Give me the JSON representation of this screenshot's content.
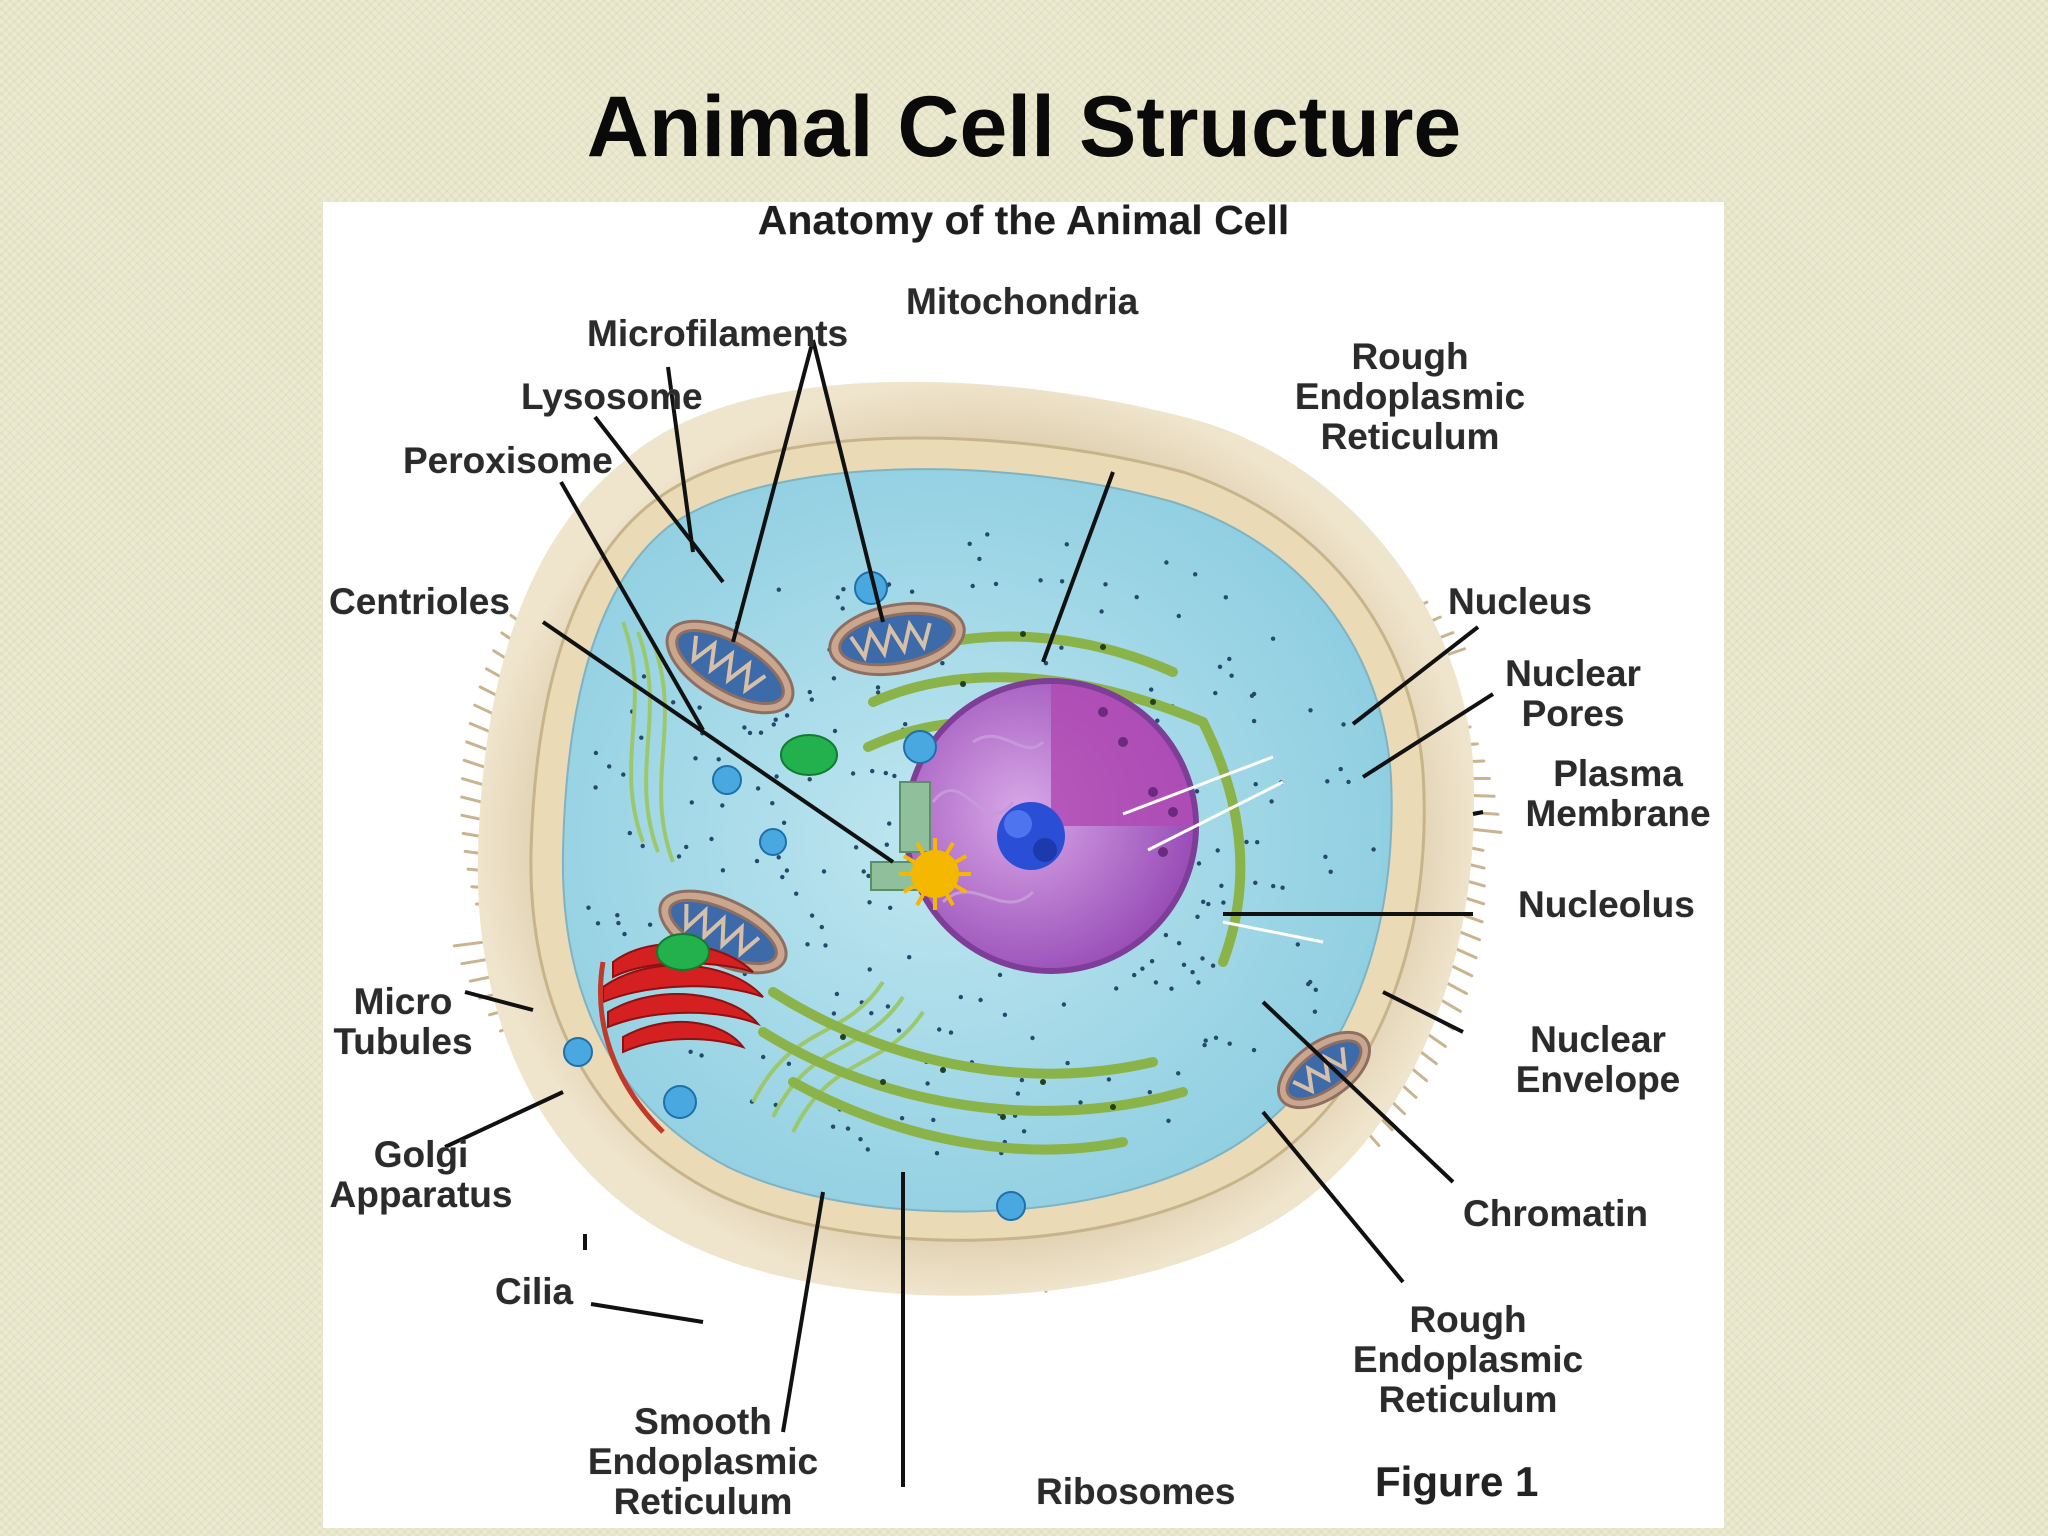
{
  "slide": {
    "title": "Animal Cell Structure"
  },
  "figure": {
    "heading": "Anatomy of the Animal Cell",
    "caption": "Figure 1",
    "labels": {
      "mitochondria": "Mitochondria",
      "microfilaments": "Microfilaments",
      "lysosome": "Lysosome",
      "peroxisome": "Peroxisome",
      "centrioles": "Centrioles",
      "micro_tubules": [
        "Micro",
        "Tubules"
      ],
      "golgi_apparatus": [
        "Golgi",
        "Apparatus"
      ],
      "cilia": "Cilia",
      "smooth_er": [
        "Smooth",
        "Endoplasmic",
        "Reticulum"
      ],
      "ribosomes": "Ribosomes",
      "rough_er_top": [
        "Rough",
        "Endoplasmic",
        "Reticulum"
      ],
      "nucleus": "Nucleus",
      "nuclear_pores": [
        "Nuclear",
        "Pores"
      ],
      "plasma_membrane": [
        "Plasma",
        "Membrane"
      ],
      "nucleolus": "Nucleolus",
      "nuclear_envelope": [
        "Nuclear",
        "Envelope"
      ],
      "chromatin": "Chromatin",
      "rough_er_bottom": [
        "Rough",
        "Endoplasmic",
        "Reticulum"
      ]
    }
  },
  "colors": {
    "background": "#ecebd2",
    "cytoplasm": "#a9dbe8",
    "membrane": "#eadbb6",
    "nucleus": "#b45cc4",
    "nucleolus": "#2040c8",
    "golgi": "#d42020",
    "rough_er": "#8ab34a",
    "peroxisome": "#22b14c",
    "centriole": "#f5b800"
  }
}
